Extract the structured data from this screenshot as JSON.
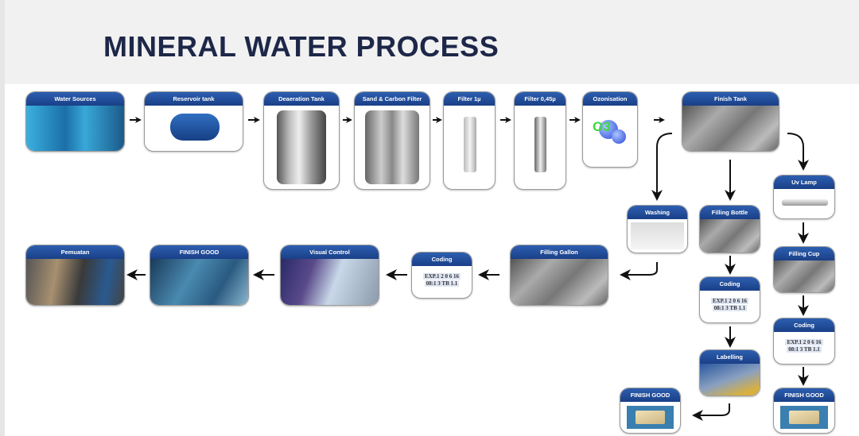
{
  "title": "MINERAL WATER PROCESS",
  "colors": {
    "header_blue": "#1f4a95",
    "title": "#1d2748"
  },
  "steps": [
    {
      "label": "Water Sources"
    },
    {
      "label": "Reservoir tank"
    },
    {
      "label": "Deaeration Tank"
    },
    {
      "label": "Sand & Carbon Filter"
    },
    {
      "label": "Filter 1µ"
    },
    {
      "label": "Filter 0,45µ"
    },
    {
      "label": "Ozonisation",
      "image_text": "O3"
    },
    {
      "label": "Finish Tank"
    },
    {
      "label": "Uv Lamp"
    },
    {
      "label": "Washing"
    },
    {
      "label": "Filling Bottle"
    },
    {
      "label": "Filling Cup"
    },
    {
      "label": "Coding"
    },
    {
      "label": "Coding"
    },
    {
      "label": "Labelling"
    },
    {
      "label": "FINISH GOOD"
    },
    {
      "label": "FINISH GOOD"
    },
    {
      "label": "Filling Gallon"
    },
    {
      "label": "Coding"
    },
    {
      "label": "Visual Control"
    },
    {
      "label": "FINISH GOOD"
    },
    {
      "label": "Pemuatan"
    }
  ],
  "coding_text": {
    "line1": "EXP.1 2 0 6 16",
    "line2": "08:1 3 TB 1.1"
  }
}
